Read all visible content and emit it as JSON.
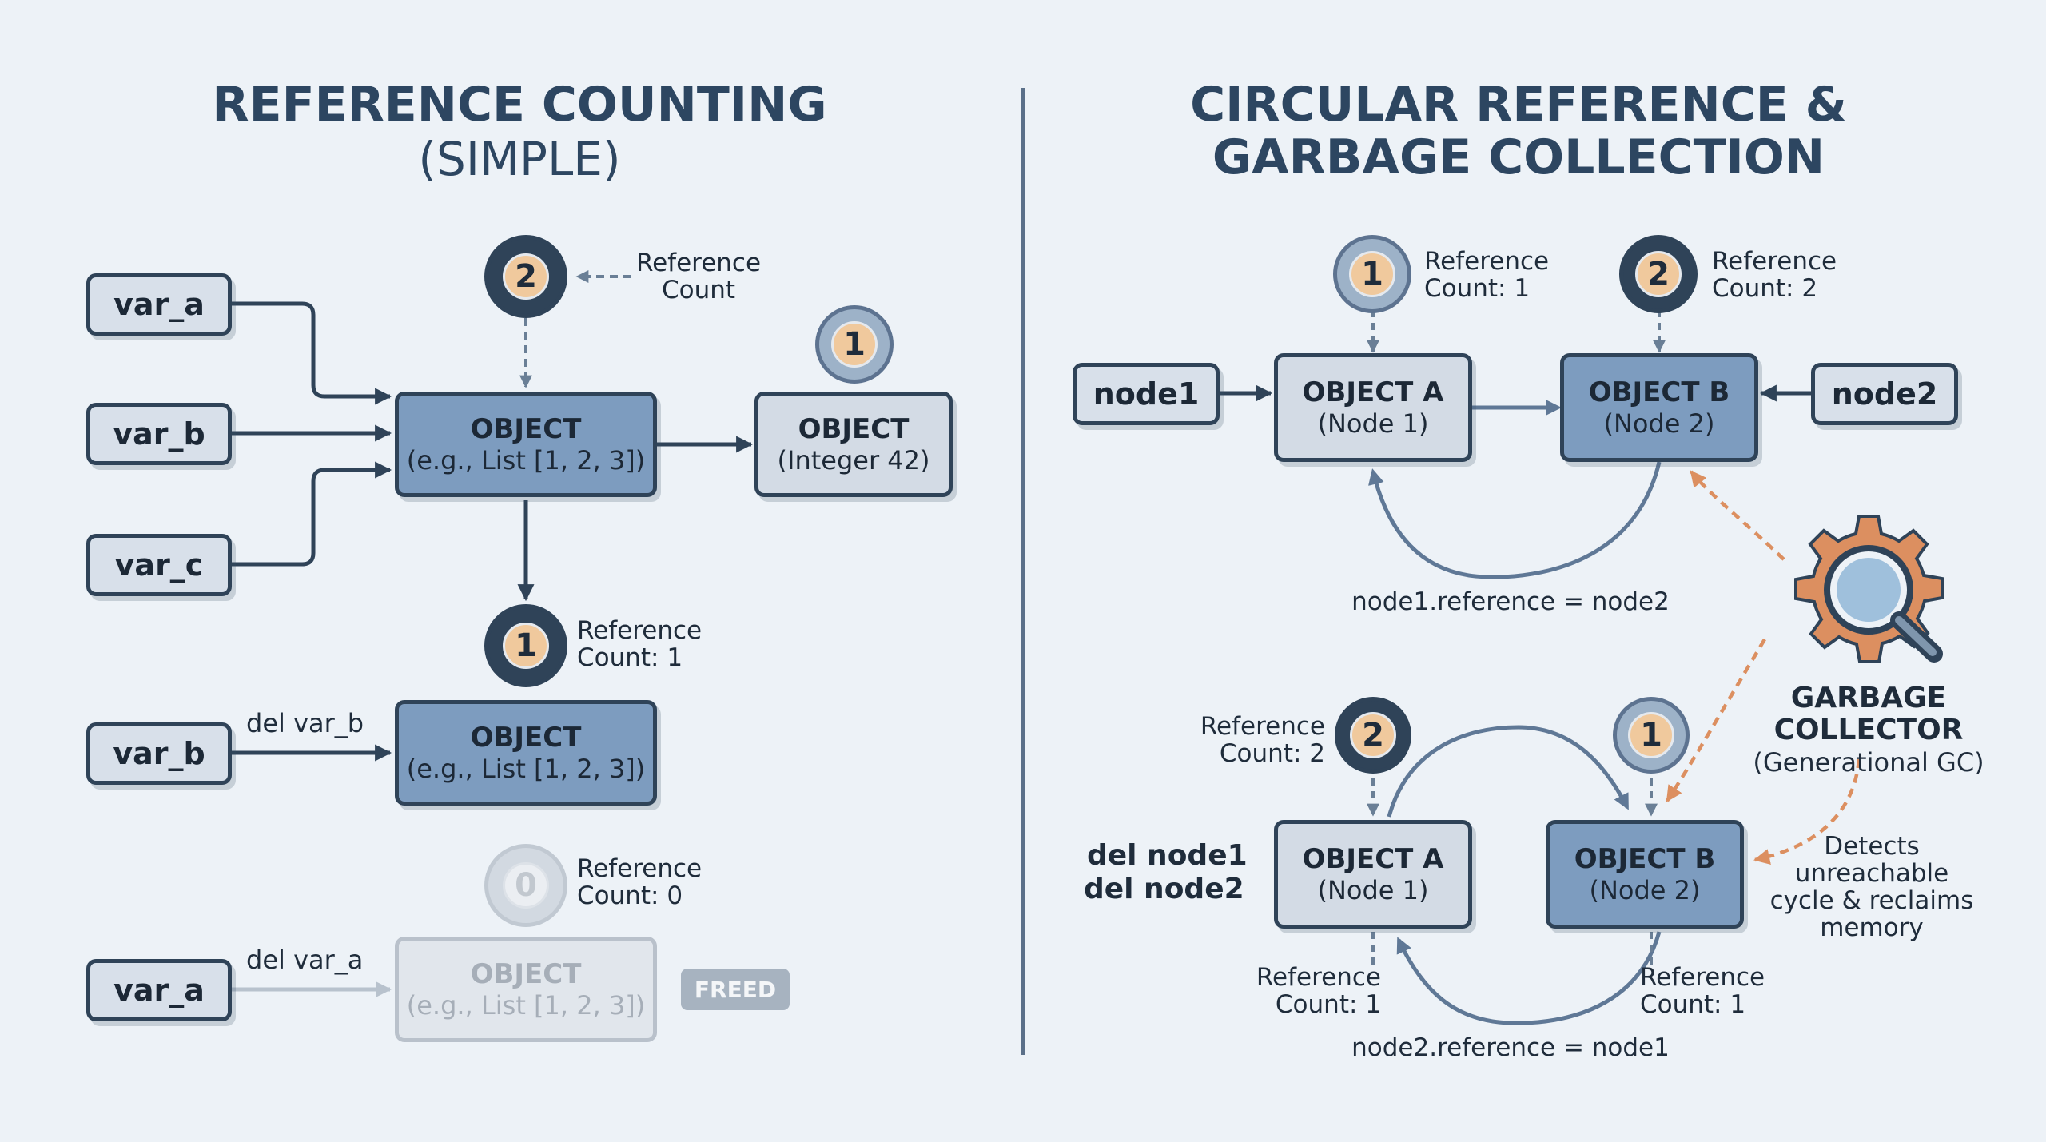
{
  "left": {
    "title": "REFERENCE COUNTING",
    "subtitle": "(SIMPLE)",
    "vars": [
      "var_a",
      "var_b",
      "var_c",
      "var_b",
      "var_a"
    ],
    "object_title": "OBJECT",
    "object_list": "(e.g., List [1, 2, 3])",
    "object_int": "(Integer 42)",
    "count_top": "2",
    "count_top_label": "Reference\nCount",
    "count_int": "1",
    "count_mid": "1",
    "count_mid_label": "Reference\nCount: 1",
    "count_bottom": "0",
    "count_bottom_label": "Reference\nCount: 0",
    "del_b": "del var_b",
    "del_a": "del var_a",
    "freed": "FREED"
  },
  "right": {
    "title_line1": "CIRCULAR REFERENCE &",
    "title_line2": "GARBAGE COLLECTION",
    "node1": "node1",
    "node2": "node2",
    "object_a": "OBJECT A",
    "object_a_sub": "(Node 1)",
    "object_b": "OBJECT B",
    "object_b_sub": "(Node 2)",
    "top_count_a": "1",
    "top_count_a_label": "Reference\nCount: 1",
    "top_count_b": "2",
    "top_count_b_label": "Reference\nCount: 2",
    "top_edge_label": "node1.reference = node2",
    "bottom_count_a": "2",
    "bottom_count_a_label": "Reference\nCount: 2",
    "bottom_count_b": "1",
    "del_node1": "del node1",
    "del_node2": "del node2",
    "bottom_a_count_label": "Reference\nCount: 1",
    "bottom_b_count_label": "Reference\nCount: 1",
    "bottom_edge_label": "node2.reference = node1",
    "gc_title": "GARBAGE\nCOLLECTOR",
    "gc_sub": "(Generational GC)",
    "gc_note": "Detects\nunreachable\ncycle & reclaims\nmemory"
  },
  "colors": {
    "navy": "#2f4358",
    "object_blue": "#7d9cbf",
    "object_gray": "#d3dbe5",
    "badge_fill": "#f0c99d",
    "gc_orange": "#dc8f60",
    "background": "#edf2f7"
  },
  "icons": [
    "gear-magnifier-icon"
  ]
}
